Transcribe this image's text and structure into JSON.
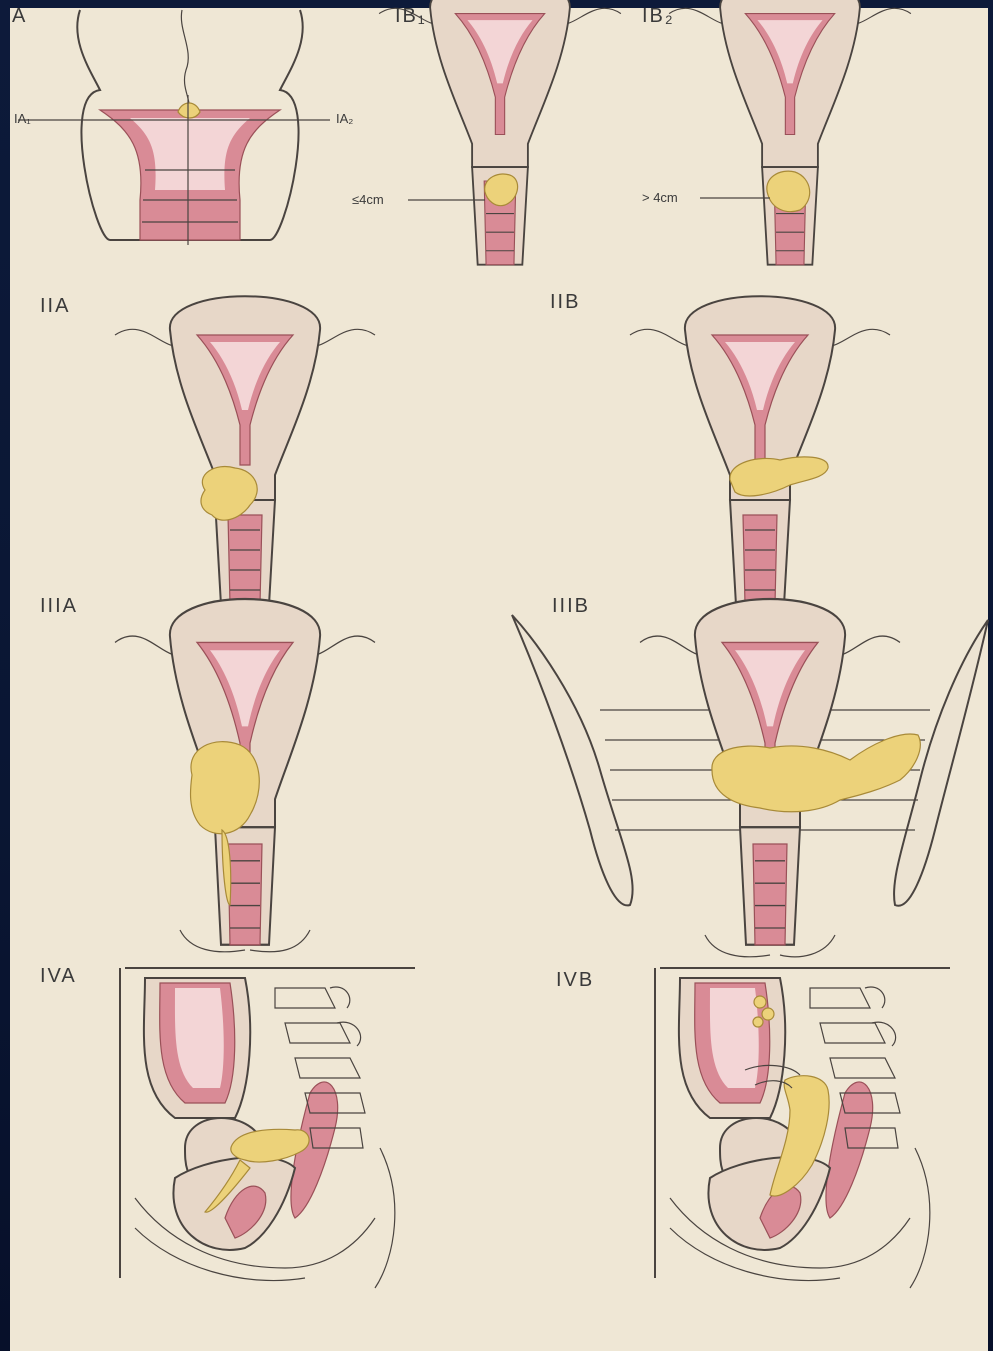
{
  "colors": {
    "background": "#0b1530",
    "paper": "#efe7d5",
    "tissue": "#d98b96",
    "tumor": "#ecd27a",
    "line": "#4a4440"
  },
  "labels": {
    "ia": "A",
    "ia1": "IA₁",
    "ia2": "IA₂",
    "ib1": "IB₁",
    "ib2": "IB₂",
    "ib1_size": "≤4cm",
    "ib2_size": "> 4cm",
    "iia": "IIA",
    "iib": "IIB",
    "iiia": "IIIA",
    "iiib": "IIIB",
    "iva": "IVA",
    "ivb": "IVB"
  }
}
